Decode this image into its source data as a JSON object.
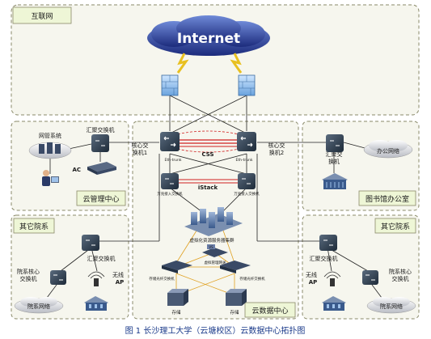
{
  "regions": {
    "internet": "互联网",
    "mgmt_center": "云管理中心",
    "library": "图书馆办公室",
    "other_left": "其它院系",
    "other_right": "其它院系",
    "datacenter": "云数据中心"
  },
  "nodes": {
    "internet_cloud": "Internet",
    "nms": "网管系统",
    "agg_mgmt": "汇聚交换机",
    "ac": "AC",
    "core1": "核心交换机1",
    "core2": "核心交换机2",
    "css": "CSS",
    "eth1": "Eth-trunk",
    "eth2": "Eth-trunk",
    "istack": "iStack",
    "access_l": "万兆接入交换机",
    "access_r": "万兆接入交换机",
    "office_net": "办公网络",
    "agg_lib": "汇聚交换机",
    "server_cluster": "虚拟化资源服务器集群",
    "vs": "VS",
    "vmgmt": "虚拟管理网关",
    "fc_l": "存储光纤交换机",
    "fc_r": "存储光纤交换机",
    "storage_l": "存储",
    "storage_r": "存储",
    "agg_left": "汇聚交换机",
    "dept_core_left": "院系核心交换机",
    "wifi_left": "无线AP",
    "dept_net_left": "院系网络",
    "agg_right": "汇聚交换机",
    "dept_core_right": "院系核心交换机",
    "wifi_right": "无线AP",
    "dept_net_right": "院系网络"
  },
  "caption": "图 1  长沙理工大学（云塘校区）云数据中心拓扑图",
  "colors": {
    "region_fill": "#f6f6ee",
    "region_border": "#8a8a6a",
    "label_fill": "#eef6d6",
    "link": "#222222",
    "link_orange": "#e0a020",
    "css_red": "#d02020",
    "cloud_blue": "#1c2b7c",
    "caption_blue": "#1a3a8a"
  }
}
